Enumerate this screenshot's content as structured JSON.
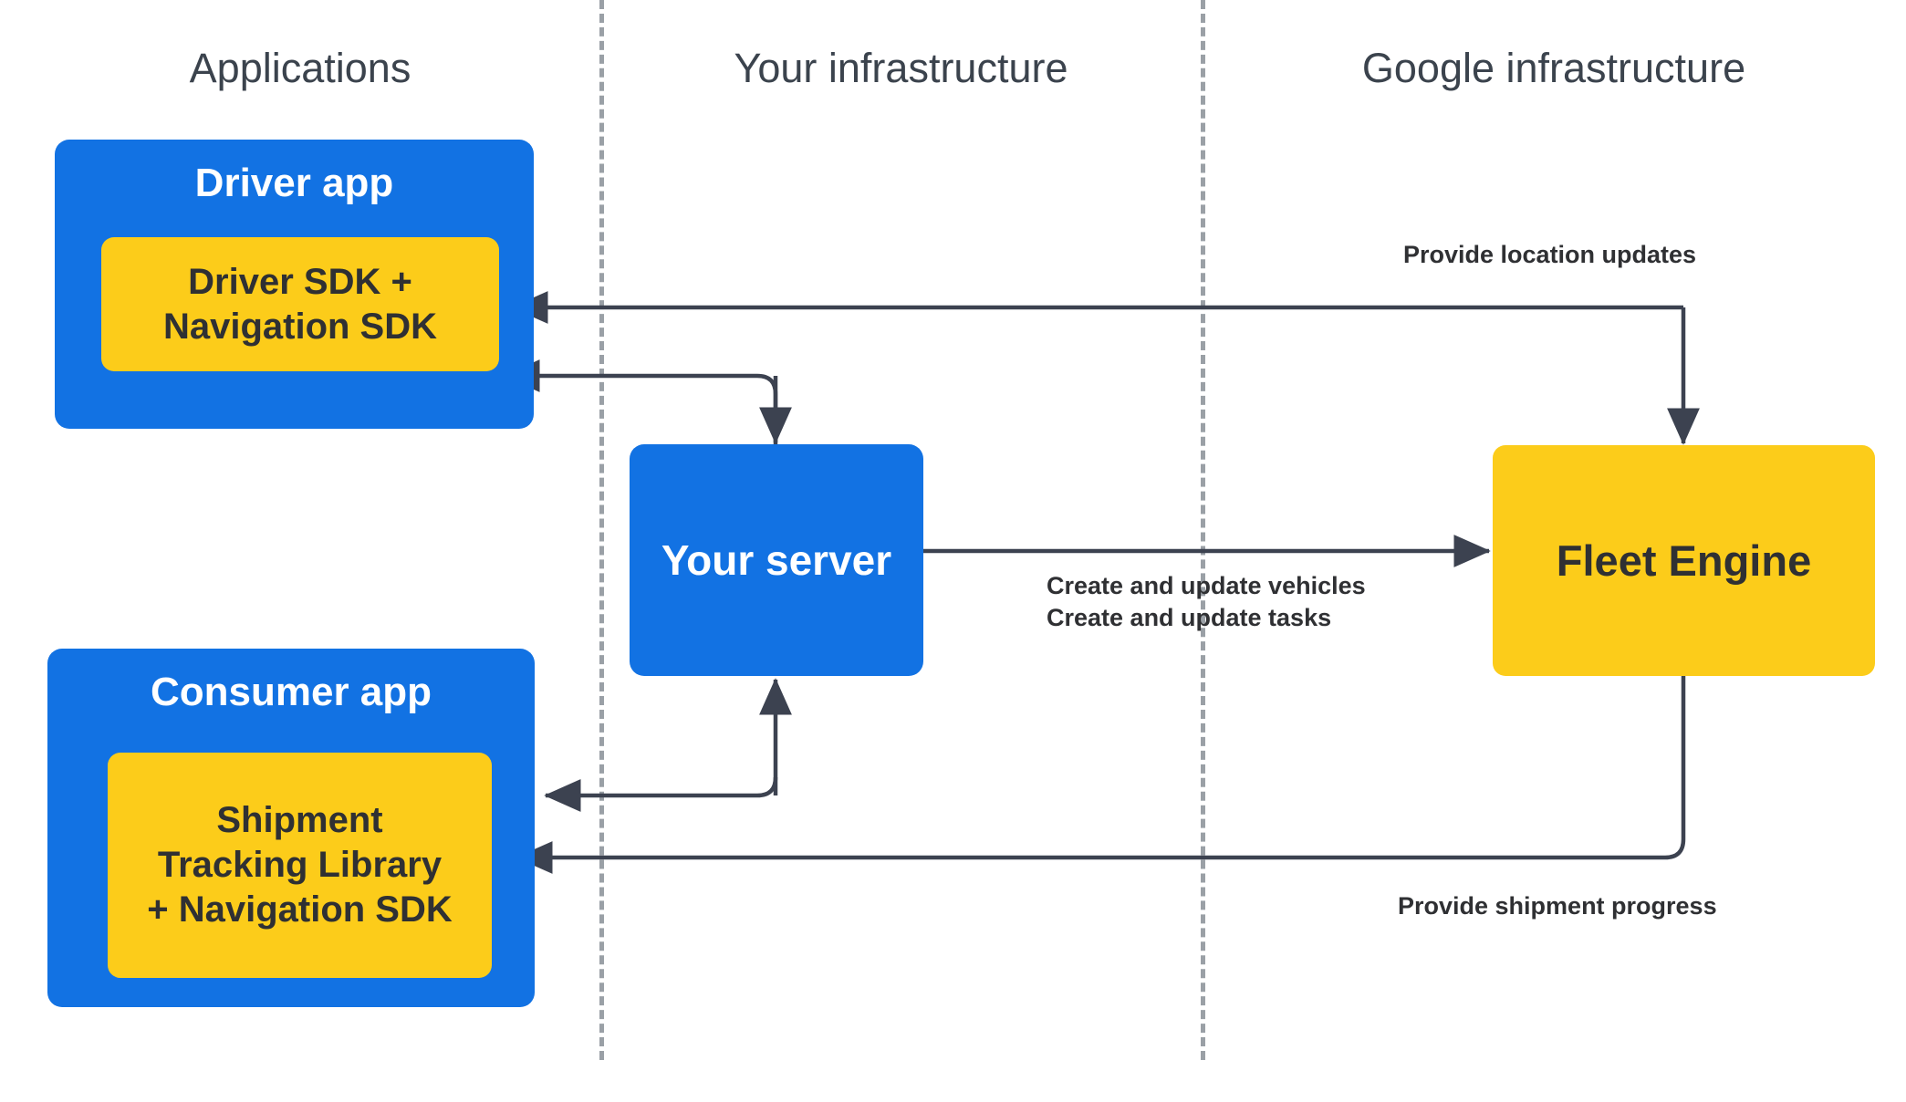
{
  "lanes": [
    {
      "id": "applications",
      "label": "Applications"
    },
    {
      "id": "your-infrastructure",
      "label": "Your infrastructure"
    },
    {
      "id": "google-infrastructure",
      "label": "Google infrastructure"
    }
  ],
  "nodes": {
    "driver_app": {
      "label": "Driver app",
      "fill": "#1272e3",
      "text_color": "#ffffff"
    },
    "driver_sdk": {
      "label": "Driver SDK +\nNavigation SDK",
      "fill": "#fccc1a",
      "text_color": "#2f3033"
    },
    "consumer_app": {
      "label": "Consumer app",
      "fill": "#1272e3",
      "text_color": "#ffffff"
    },
    "shipment_tracking": {
      "label": "Shipment\nTracking Library\n+ Navigation SDK",
      "fill": "#fccc1a",
      "text_color": "#2f3033"
    },
    "your_server": {
      "label": "Your server",
      "fill": "#1272e3",
      "text_color": "#ffffff"
    },
    "fleet_engine": {
      "label": "Fleet Engine",
      "fill": "#fccc1a",
      "text_color": "#2f3033"
    }
  },
  "edges": {
    "fleet_to_driver_sdk": {
      "label": "Provide location updates"
    },
    "server_to_fleet": {
      "label": "Create and update vehicles\nCreate and update tasks"
    },
    "fleet_to_shipment_tracking": {
      "label": "Provide shipment progress"
    },
    "driver_sdk_to_server": {
      "label": ""
    },
    "server_to_shipment_tracking": {
      "label": ""
    }
  },
  "colors": {
    "blue": "#1272e3",
    "yellow": "#fccc1a",
    "connector": "#3c4250",
    "divider": "#9aa0a6",
    "lane_header_text": "#3b434d",
    "dark_text": "#2f3033",
    "background": "#ffffff"
  }
}
